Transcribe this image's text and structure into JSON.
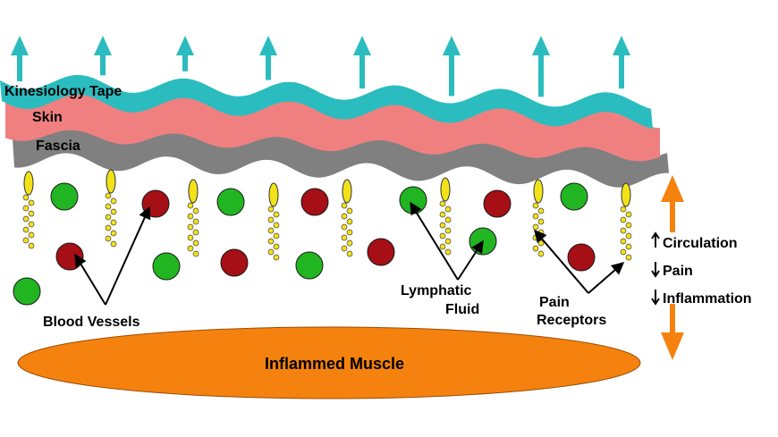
{
  "layers": {
    "tape": "Kinesiology Tape",
    "skin": "Skin",
    "fascia": "Fascia"
  },
  "labels": {
    "blood_vessels": "Blood Vessels",
    "lymphatic_line1": "Lymphatic",
    "lymphatic_line2": "Fluid",
    "pain_line1": "Pain",
    "pain_line2": "Receptors",
    "muscle": "Inflammed Muscle"
  },
  "effects": [
    {
      "direction": "up",
      "label": "Circulation"
    },
    {
      "direction": "down",
      "label": "Pain"
    },
    {
      "direction": "down",
      "label": "Inflammation"
    }
  ],
  "colors": {
    "tape": "#2bbcbf",
    "skin": "#f08080",
    "fascia": "#808080",
    "blood_vessel": "#a50f15",
    "lymphatic": "#22b522",
    "pain_receptor": "#f2e218",
    "muscle": "#f5820f",
    "orange_arrow": "#f5820f",
    "teal_arrow": "#2bbcbf"
  },
  "icons": {
    "lift_arrow": "teal-up-arrow-icon",
    "double_arrow": "orange-double-arrow-icon",
    "effect_up": "small-up-arrow-icon",
    "effect_down": "small-down-arrow-icon"
  }
}
